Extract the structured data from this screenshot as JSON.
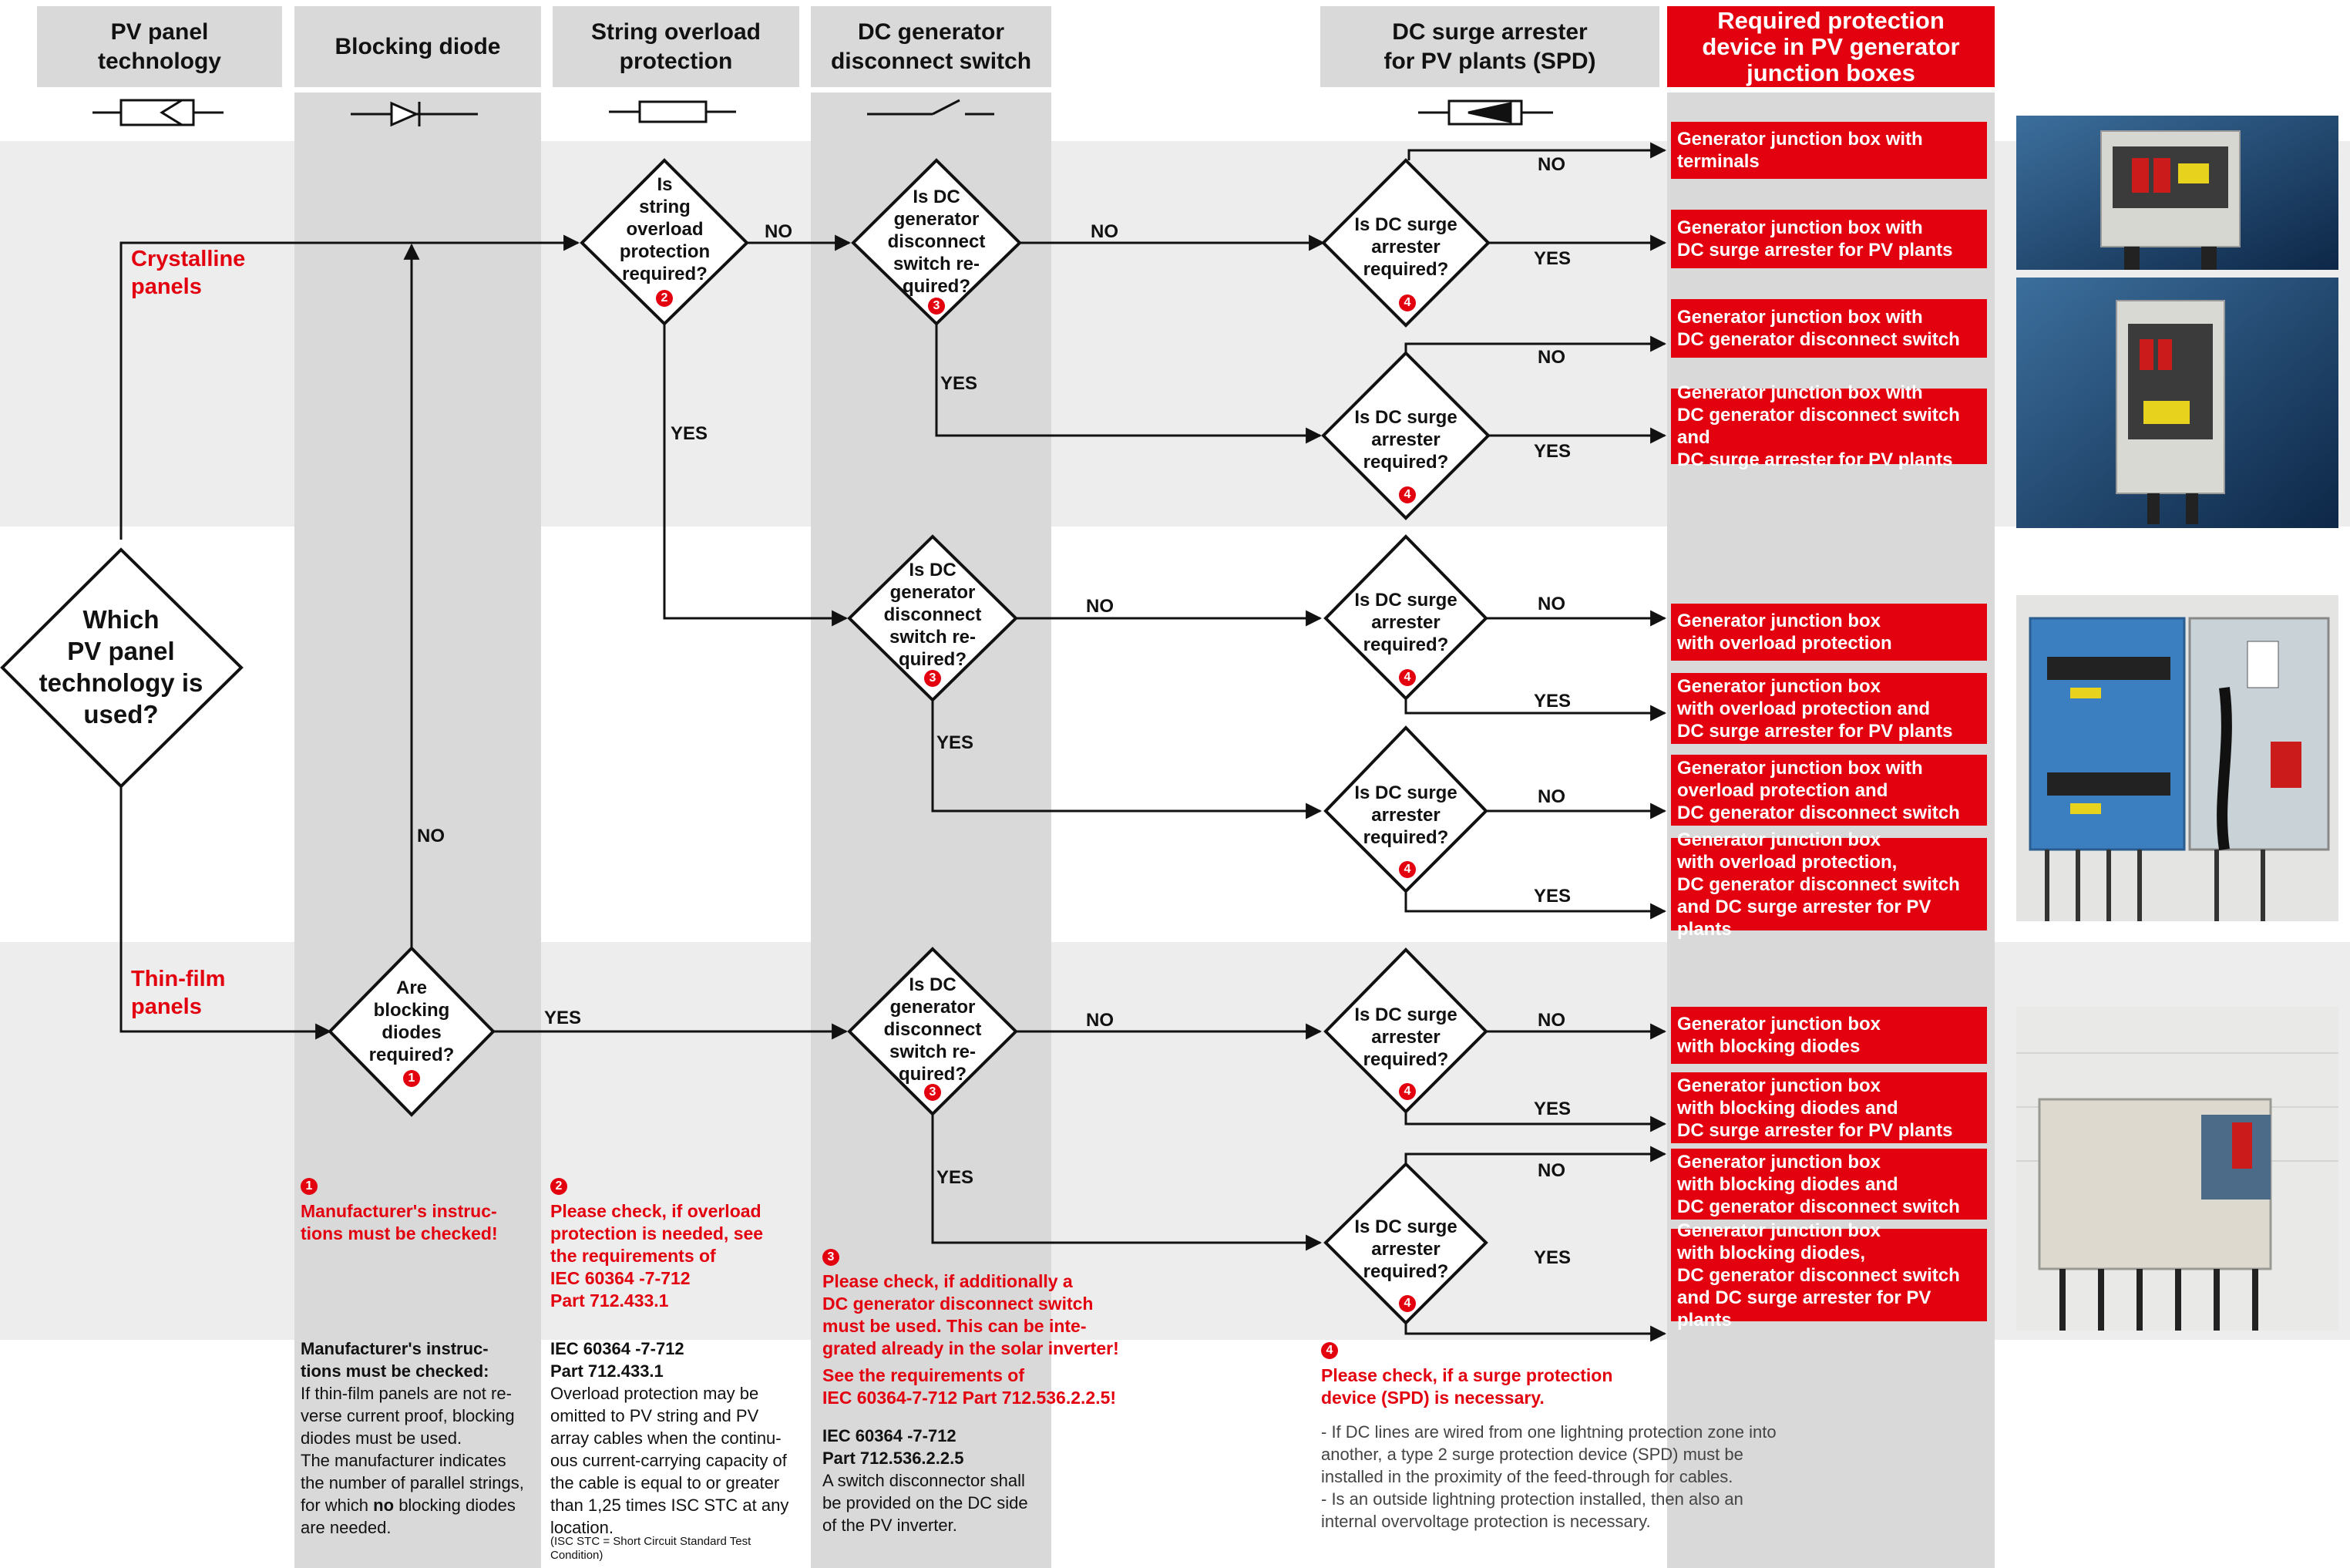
{
  "colors": {
    "accent": "#e3000f",
    "band": "#ededed",
    "column": "#d9d9d9",
    "header_bg": "#d9d9d9"
  },
  "headers": {
    "pv": "PV panel\ntechnology",
    "diode": "Blocking diode",
    "overload": "String overload\nprotection",
    "disconnect": "DC generator\ndisconnect switch",
    "spd": "DC surge arrester\nfor PV plants (SPD)",
    "required": "Required protection\ndevice in PV generator\njunction boxes"
  },
  "main_question": "Which\nPV panel\ntechnology is\nused?",
  "branches": {
    "crystalline": "Crystalline\npanels",
    "thinfilm": "Thin-film\npanels"
  },
  "questions": {
    "diodes": "Are\nblocking\ndiodes\nrequired?",
    "overload": "Is\nstring\noverload\nprotection\nrequired?",
    "disconnect": "Is DC\ngenerator\ndisconnect\nswitch re-\nquired?",
    "spd": "Is DC surge\narrester\nrequired?"
  },
  "answers": {
    "yes": "YES",
    "no": "NO"
  },
  "results": [
    "Generator junction box with\nterminals",
    "Generator junction box with\nDC surge arrester for PV plants",
    "Generator junction box with\nDC generator disconnect switch",
    "Generator junction box with\nDC generator disconnect switch and\nDC surge arrester for PV plants",
    "Generator junction box\nwith overload protection",
    "Generator junction box\nwith overload protection and\nDC surge arrester for PV plants",
    "Generator junction box with\noverload protection and\nDC generator disconnect switch",
    "Generator junction box\nwith overload protection,\nDC generator disconnect switch\nand DC surge arrester for PV plants",
    "Generator junction box\nwith blocking diodes",
    "Generator junction box\nwith blocking diodes and\nDC surge arrester for PV plants",
    "Generator junction box\nwith blocking diodes and\nDC generator disconnect switch",
    "Generator junction box\nwith blocking diodes,\nDC generator disconnect switch\nand DC surge arrester for PV plants"
  ],
  "footnote_markers": [
    "1",
    "2",
    "3",
    "4"
  ],
  "red_notes": {
    "n1": "Manufacturer's instruc-\ntions must be checked!",
    "n2": "Please check, if overload\nprotection is needed, see\nthe requirements of\nIEC 60364 -7-712\nPart 712.433.1",
    "n3": "Please check, if additionally a\nDC generator disconnect switch\nmust be used. This can be inte-\ngrated already in the solar inverter!",
    "n3b": "See the requirements of\nIEC 60364-7-712 Part 712.536.2.2.5!",
    "n4": "Please check, if a surge protection\ndevice (SPD) is necessary."
  },
  "notes": {
    "diode_title": "Manufacturer's instruc-\ntions must be checked:",
    "diode_body1": "If thin-film panels are not re-\nverse current proof, blocking\ndiodes must be used.\nThe manufacturer indicates\nthe number of parallel strings,\nfor which",
    "diode_bold": "no",
    "diode_body2": "blocking diodes\nare needed.",
    "overload_title": "IEC 60364 -7-712\nPart 712.433.1",
    "overload_body": "Overload protection may be\nomitted to PV string and PV\narray cables when the continu-\nous current-carrying capacity of\nthe cable is equal to or greater\nthan 1,25 times ISC STC at any\nlocation.",
    "overload_small": "(ISC STC = Short Circuit Standard Test\nCondition)",
    "disconnect_title": "IEC 60364 -7-712\nPart 712.536.2.2.5",
    "disconnect_body": "A switch disconnector shall\nbe provided on the DC side\nof the PV inverter.",
    "spd_body": "- If DC lines are wired from one lightning protection zone into\n  another, a type 2 surge protection device (SPD) must be\n  installed in the proximity of the feed-through for cables.\n- Is an outside lightning protection installed, then also an\n  internal overvoltage protection is necessary."
  },
  "icons": [
    "pv-panel-symbol-icon",
    "diode-symbol-icon",
    "fuse-symbol-icon",
    "switch-symbol-icon",
    "surge-arrester-symbol-icon"
  ]
}
